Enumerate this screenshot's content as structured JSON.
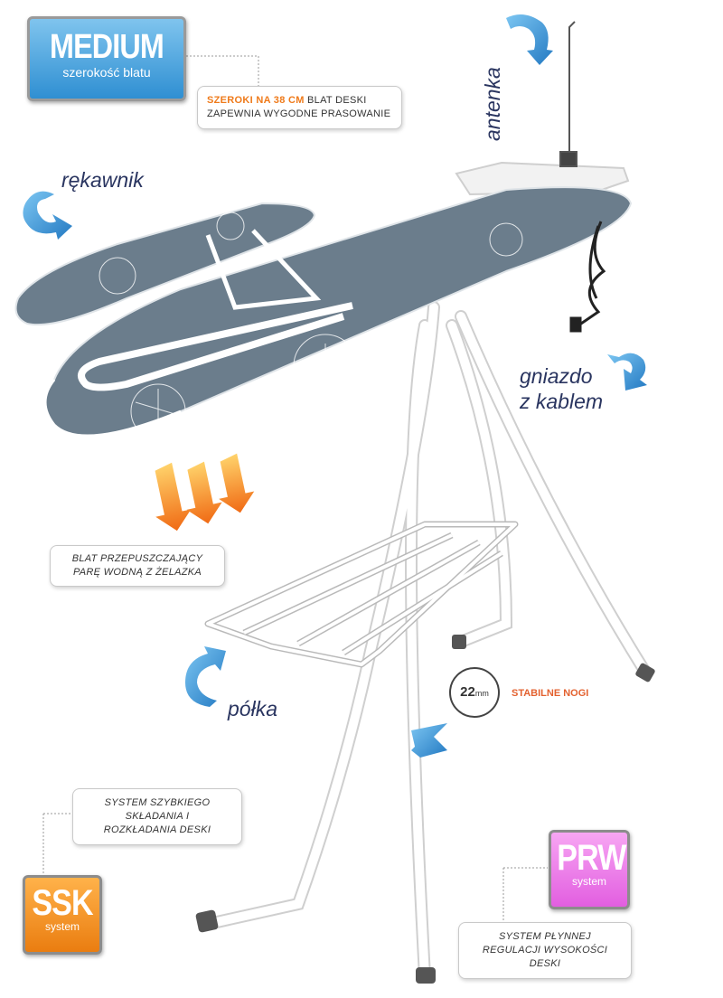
{
  "badges": {
    "medium": {
      "title": "MEDIUM",
      "subtitle": "szerokość blatu"
    },
    "ssk": {
      "title": "SSK",
      "subtitle": "system"
    },
    "prw": {
      "title": "PRW",
      "subtitle": "system"
    }
  },
  "callouts": {
    "width": {
      "highlight": "SZEROKI NA 38 CM",
      "text": " BLAT DESKI ZAPEWNIA WYGODNE PRASOWANIE"
    },
    "steam": {
      "line1": "BLAT PRZEPUSZCZAJĄCY",
      "line2": "PARĘ WODNĄ Z ŻELAZKA"
    },
    "ssk": {
      "line1": "SYSTEM SZYBKIEGO",
      "line2": "SKŁADANIA I",
      "line3": "ROZKŁADANIA DESKI"
    },
    "prw": {
      "line1": "SYSTEM PŁYNNEJ",
      "line2": "REGULACJI WYSOKOŚCI",
      "line3": "DESKI"
    }
  },
  "labels": {
    "rekawnik": "rękawnik",
    "antenka": "antenka",
    "gniazdo_line1": "gniazdo",
    "gniazdo_line2": "z kablem",
    "polka": "półka"
  },
  "gauge": {
    "value": "22",
    "unit": "mm",
    "caption": "STABILNE NOGI"
  },
  "colors": {
    "board": "#6b7d8c",
    "accent_blue": "#2f8fd2",
    "accent_orange": "#ef7a1a",
    "accent_pink": "#e25ee0",
    "frame": "#ffffff"
  }
}
